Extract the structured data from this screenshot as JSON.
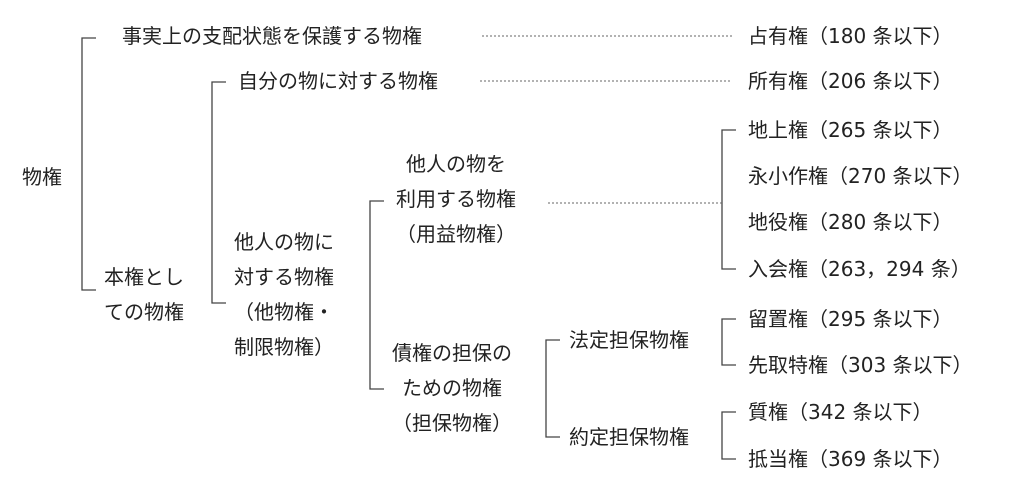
{
  "root": "物権",
  "possession": {
    "category": "事実上の支配状態を保護する物権",
    "right": "占有権（180 条以下）"
  },
  "real_rights": {
    "category": "本権とし\nての物権",
    "own": {
      "category": "自分の物に対する物権",
      "right": "所有権（206 条以下）"
    },
    "limited": {
      "category": "他人の物に\n対する物権\n（他物権・\n制限物権）",
      "usufruct": {
        "category": "他人の物を\n利用する物権\n（用益物権）",
        "rights": [
          "地上権（265 条以下）",
          "永小作権（270 条以下）",
          "地役権（280 条以下）",
          "入会権（263，294 条）"
        ]
      },
      "security": {
        "category": "債権の担保の\nための物権\n（担保物権）",
        "statutory": {
          "label": "法定担保物権",
          "rights": [
            "留置権（295 条以下）",
            "先取特権（303 条以下）"
          ]
        },
        "contractual": {
          "label": "約定担保物権",
          "rights": [
            "質権（342 条以下）",
            "抵当権（369 条以下）"
          ]
        }
      }
    }
  }
}
